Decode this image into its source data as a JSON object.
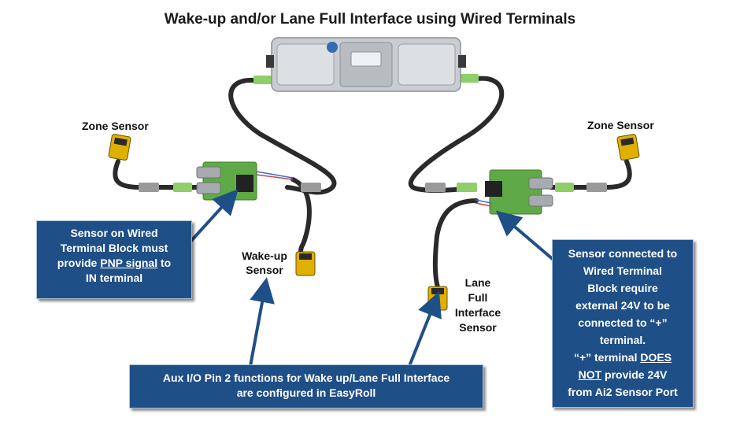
{
  "title": "Wake-up and/or Lane Full Interface using  Wired Terminals",
  "labels": {
    "zone_sensor_left": "Zone Sensor",
    "zone_sensor_right": "Zone Sensor",
    "wakeup_sensor": [
      "Wake-up",
      "Sensor"
    ],
    "lane_full_sensor": [
      "Lane",
      "Full",
      "Interface",
      "Sensor"
    ]
  },
  "callouts": {
    "left": {
      "line1": "Sensor on Wired",
      "line2": "Terminal Block must",
      "line3_pre": "provide ",
      "line3_u": "PNP signal",
      "line3_post": " to",
      "line4": "IN terminal"
    },
    "bottom": {
      "line1": "Aux I/O Pin 2 functions for Wake up/Lane Full Interface",
      "line2": "are configured in EasyRoll"
    },
    "right": {
      "line1": "Sensor connected to",
      "line2": "Wired Terminal",
      "line3": "Block require",
      "line4": "external 24V  to be",
      "line5": "connected to  “+”",
      "line6": "terminal.",
      "line7_pre": "“+” terminal ",
      "line7_u": "DOES",
      "line8_u": "NOT",
      "line8_post": " provide 24V",
      "line9": "from Ai2 Sensor Port"
    }
  },
  "colors": {
    "callout_bg": "#1f4f87",
    "cable": "#2a2a2a",
    "connector_green": "#8fcf6a",
    "sensor_yellow": "#e0b000",
    "terminal_board": "#5faa46",
    "controller_body": "#c9cdd1"
  }
}
